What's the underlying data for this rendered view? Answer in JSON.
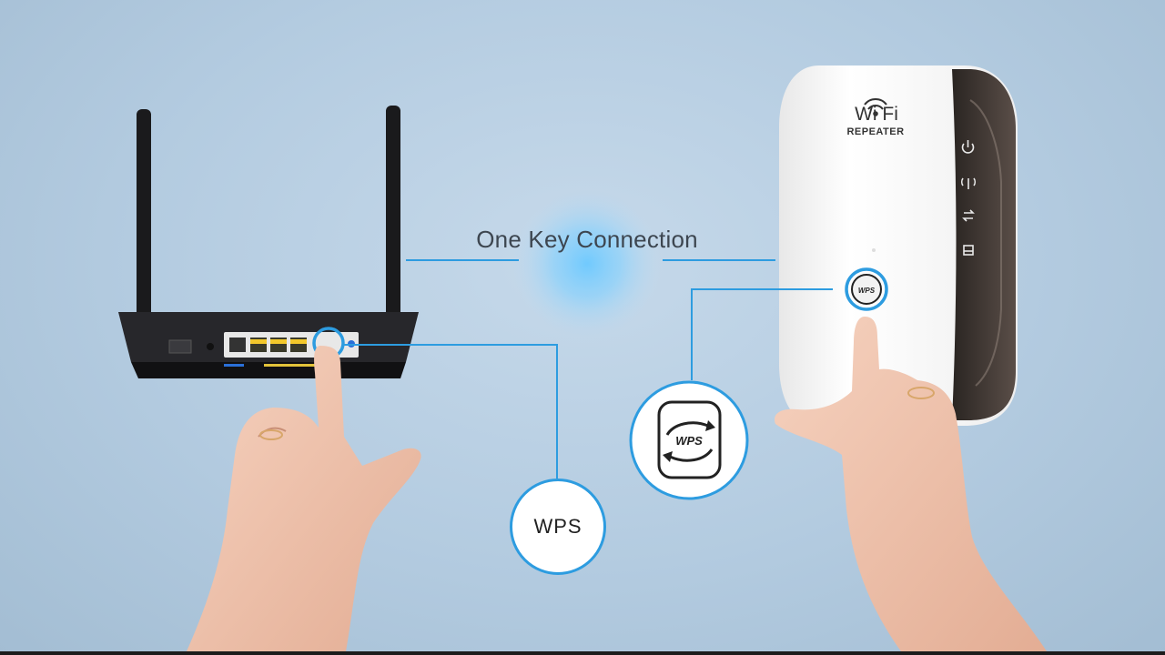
{
  "headline": "One Key Connection",
  "router": {
    "wps_callout_label": "WPS"
  },
  "repeater": {
    "brand": "Wi Fi",
    "brand_subtitle": "REPEATER",
    "wps_button_label": "WPS",
    "wps_icon_label": "WPS",
    "indicator_icons": [
      "power-icon",
      "signal-icon",
      "transfer-icon",
      "lan-icon"
    ]
  },
  "colors": {
    "accent": "#2d9ce0",
    "background": "#b9cfe3",
    "router_body": "#1e1e22",
    "repeater_body": "#f4f4f4"
  }
}
